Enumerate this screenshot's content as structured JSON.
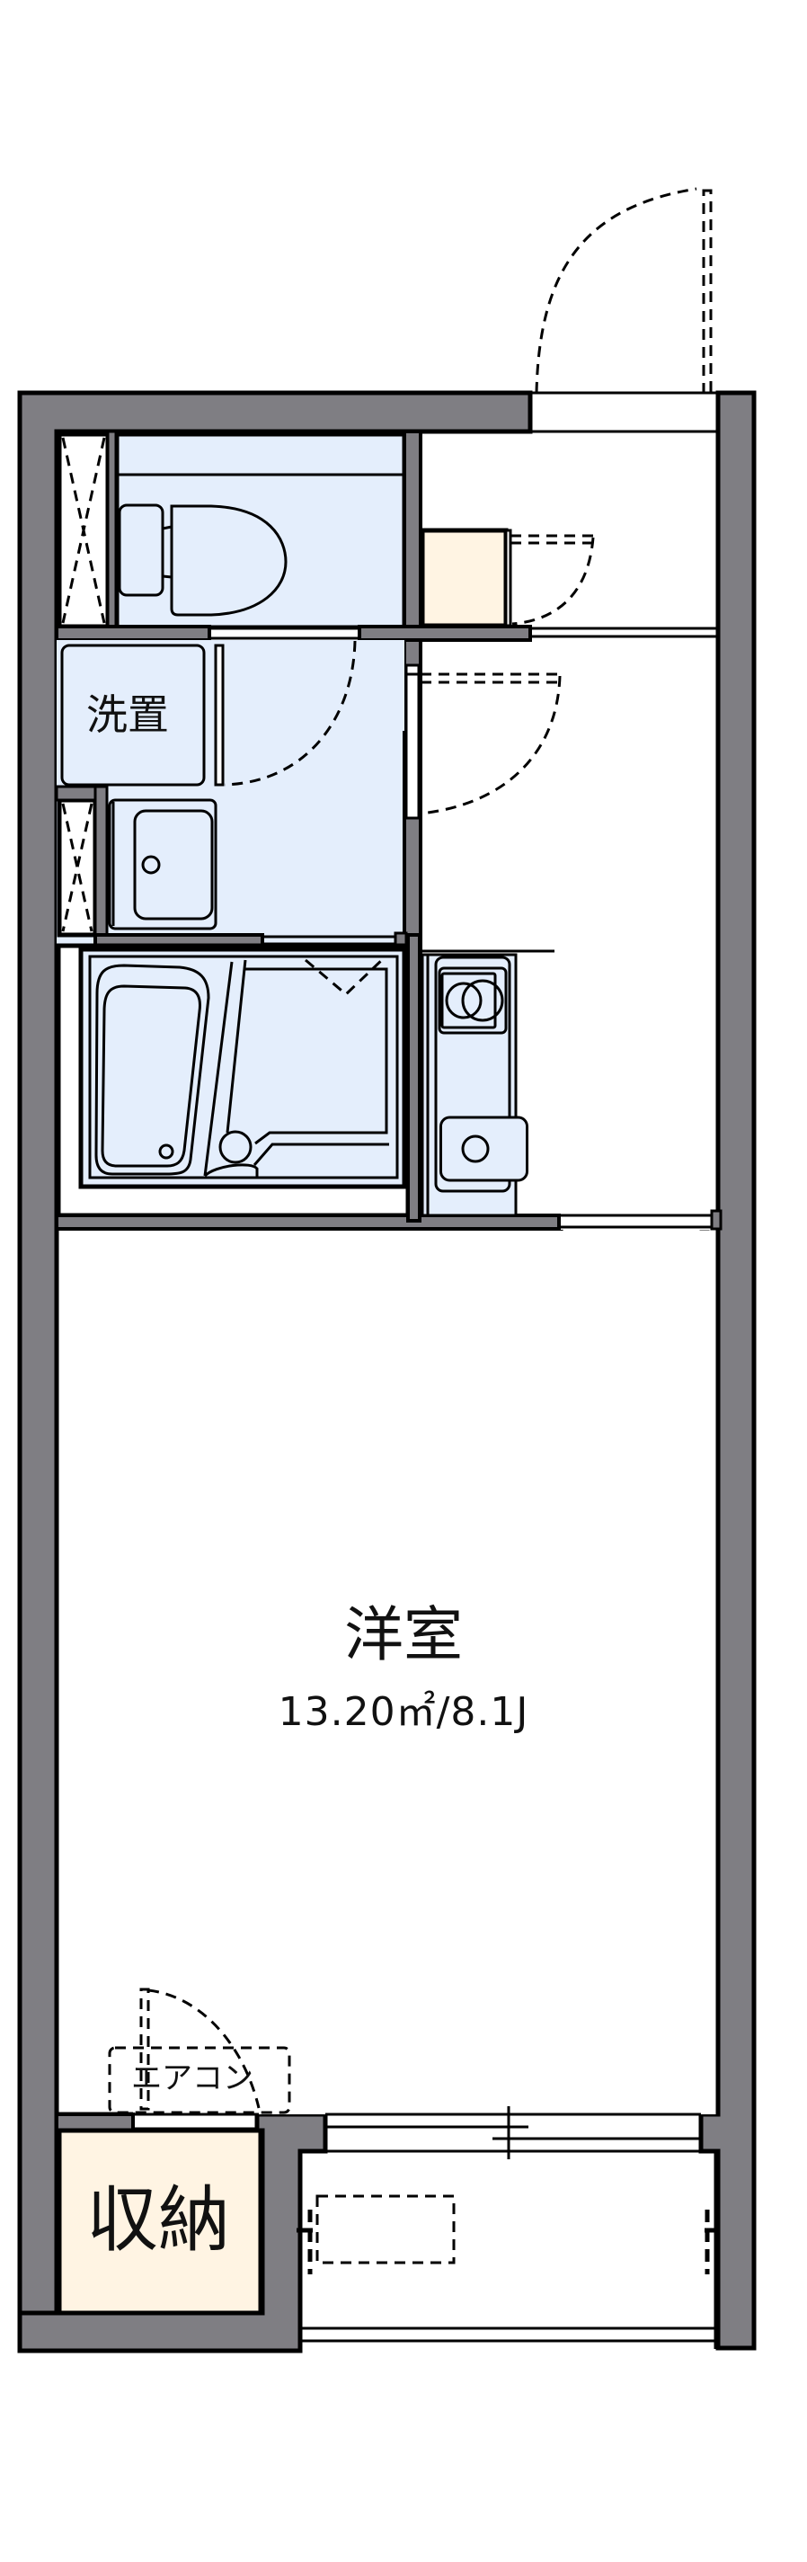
{
  "floor_plan": {
    "rooms": {
      "western_room": {
        "label": "洋室",
        "area": "13.20㎡/8.1J"
      },
      "washroom": {
        "label": "洗置"
      },
      "storage": {
        "label": "収納"
      },
      "air_conditioner": {
        "label": "エアコン"
      }
    },
    "fixtures": [
      "toilet",
      "washbasin",
      "unit-bath",
      "kitchen-stove",
      "kitchen-sink",
      "shoe-box",
      "balcony",
      "closet"
    ],
    "colors": {
      "wall": "#7f7e83",
      "wet_area": "#e4eefc",
      "storage": "#fff4e3",
      "line": "#000000",
      "background": "#ffffff"
    }
  }
}
